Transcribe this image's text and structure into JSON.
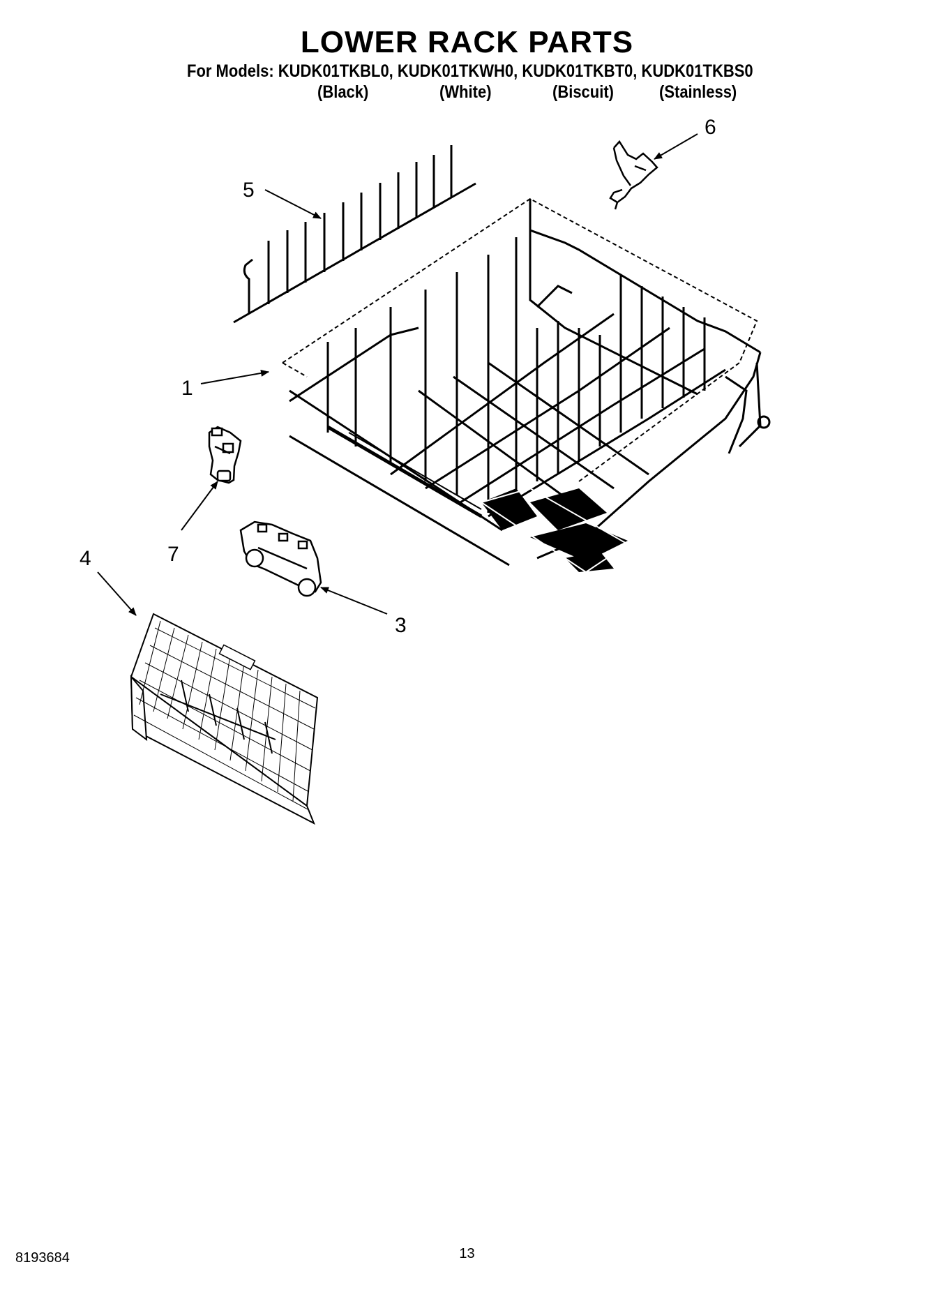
{
  "header": {
    "title": "LOWER RACK PARTS",
    "models_line": "For Models: KUDK01TKBL0, KUDK01TKWH0, KUDK01TKBT0, KUDK01TKBS0",
    "variants": [
      "(Black)",
      "(White)",
      "(Biscuit)",
      "(Stainless)"
    ]
  },
  "callouts": [
    "1",
    "3",
    "4",
    "5",
    "6",
    "7"
  ],
  "footer": {
    "doc_number": "8193684",
    "page_number": "13"
  }
}
